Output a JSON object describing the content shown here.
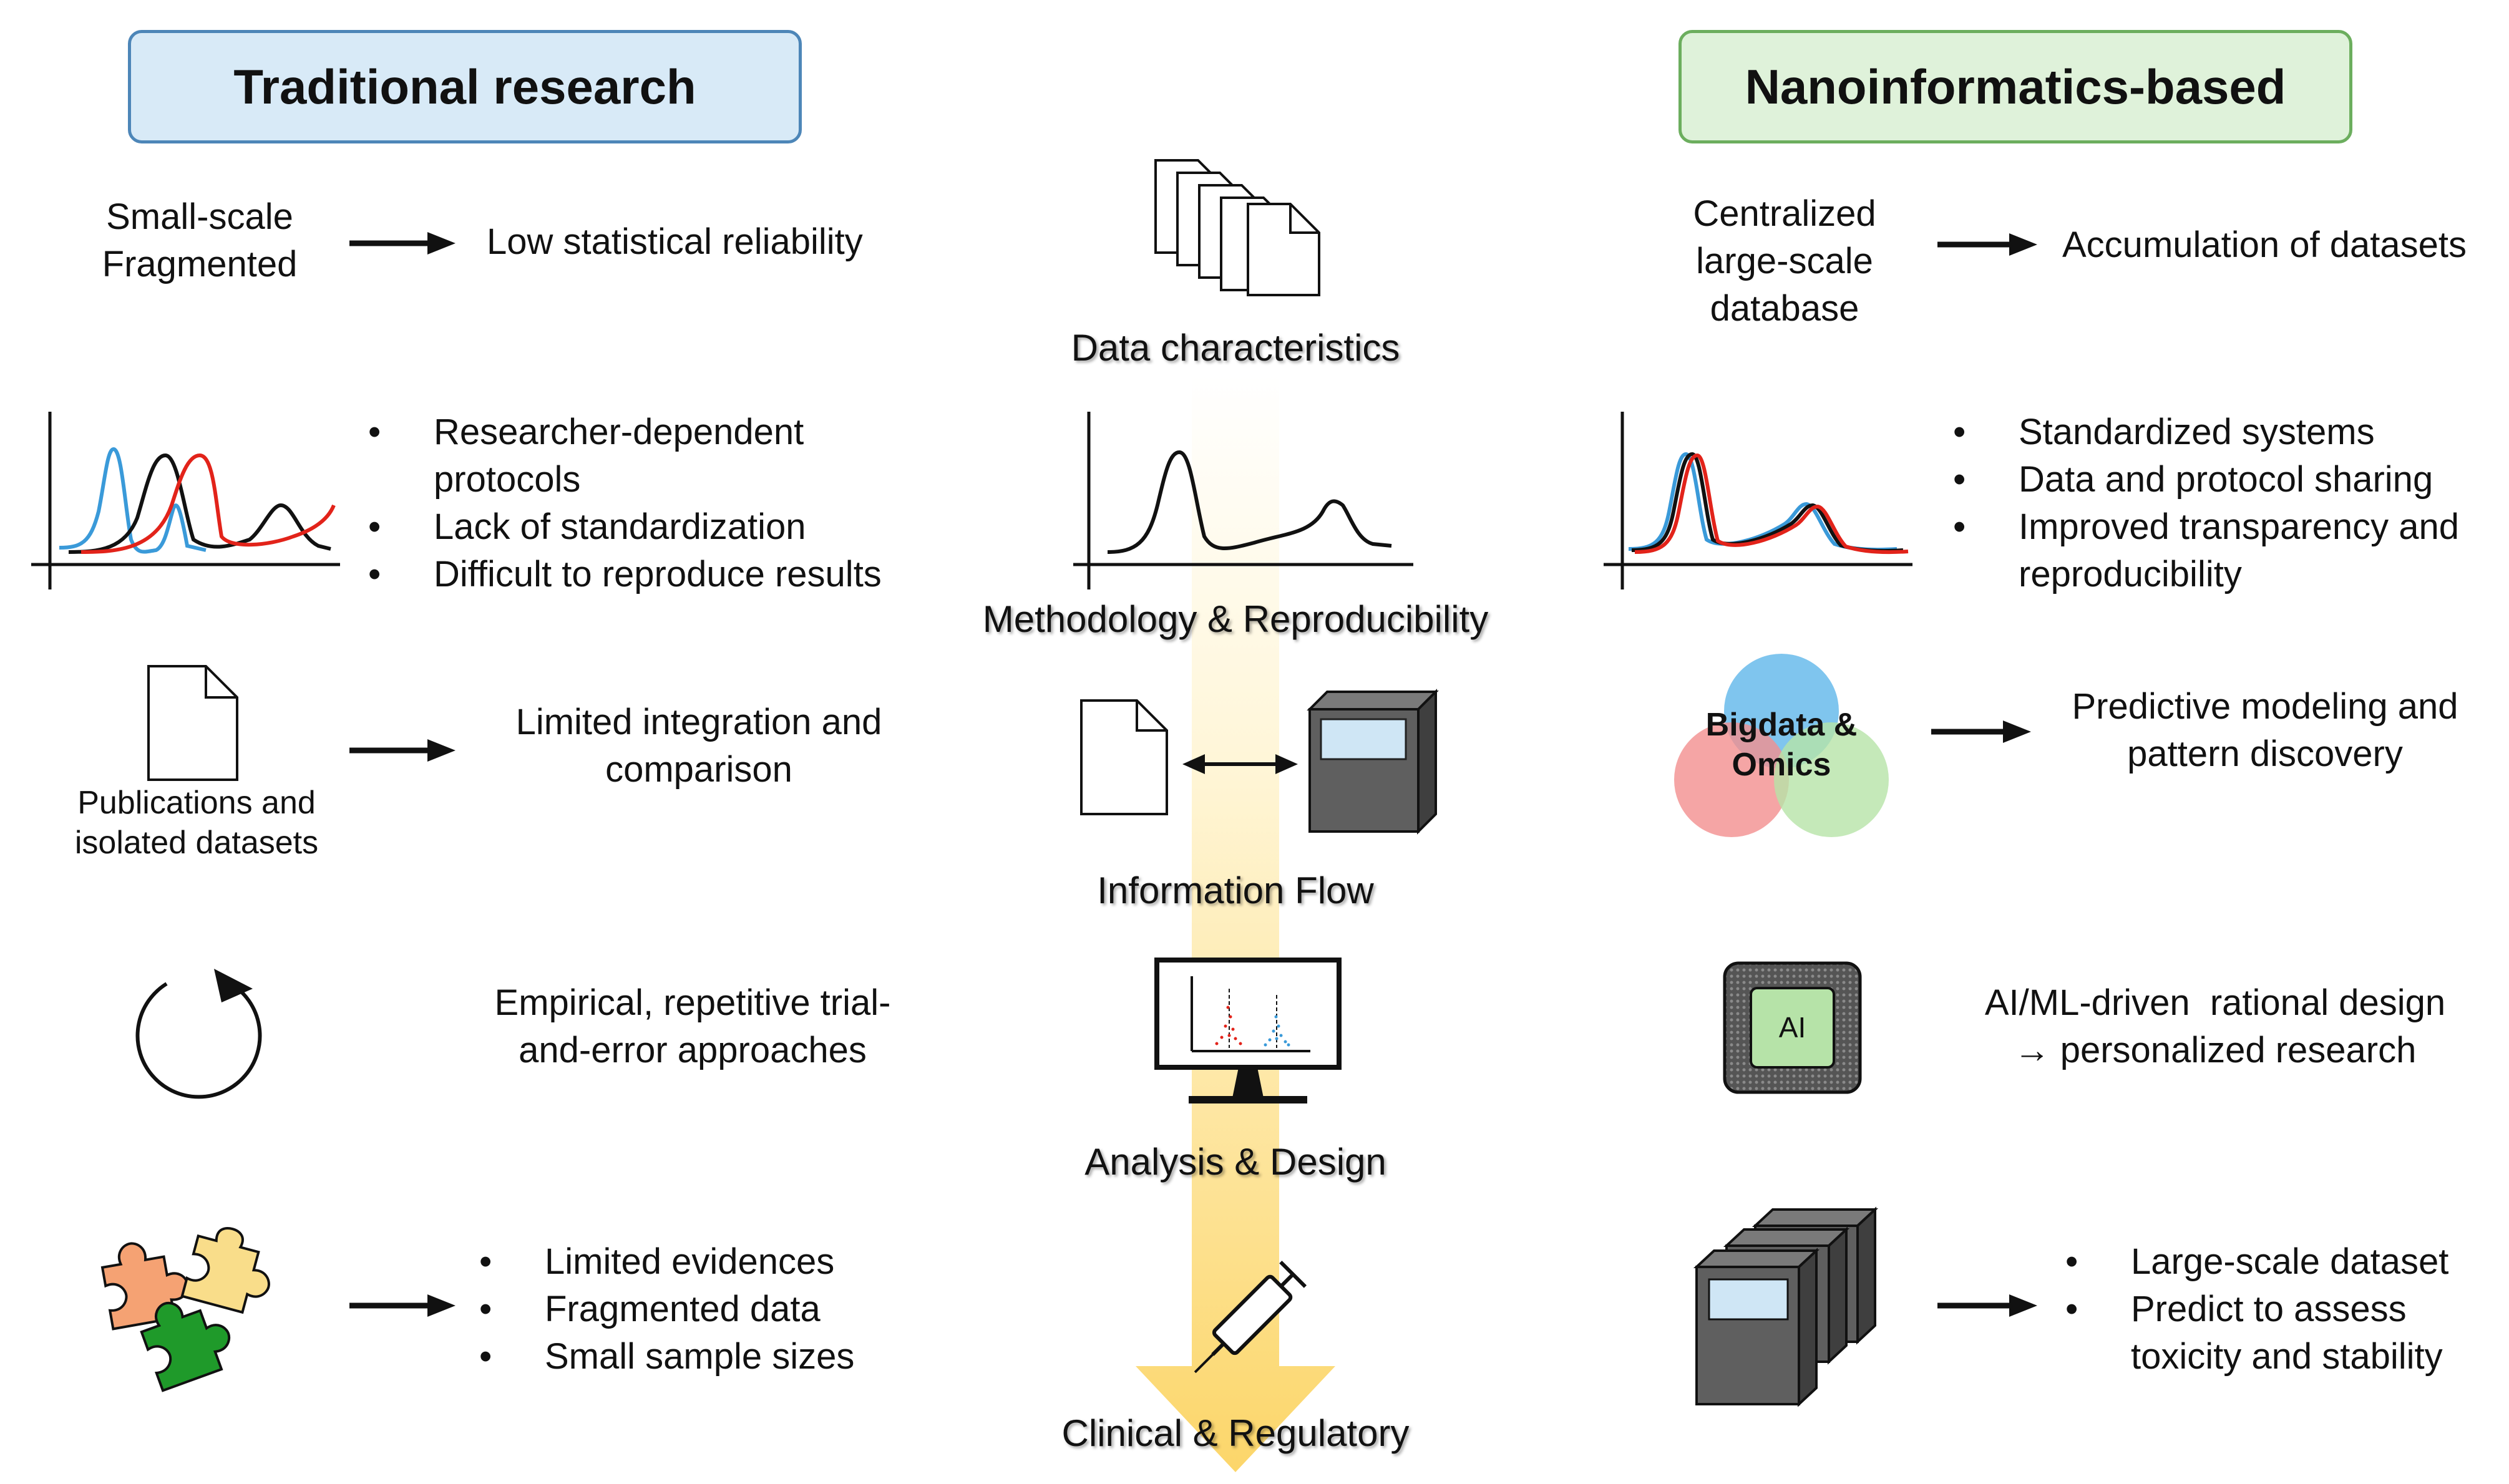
{
  "headers": {
    "left": "Traditional research",
    "right": "Nanoinformatics-based"
  },
  "center": {
    "labels": [
      "Data characteristics",
      "Methodology & Reproducibility",
      "Information Flow",
      "Analysis & Design",
      "Clinical & Regulatory"
    ]
  },
  "traditional": {
    "row1": {
      "input_line1": "Small-scale",
      "input_line2": "Fragmented",
      "result": "Low statistical reliability"
    },
    "row2": {
      "bullets": [
        "Researcher-dependent",
        "protocols",
        "Lack of standardization",
        "Difficult to reproduce results"
      ]
    },
    "row3": {
      "caption_line1": "Publications and",
      "caption_line2": "isolated datasets",
      "result_line1": "Limited integration and",
      "result_line2": "comparison"
    },
    "row4": {
      "result_line1": "Empirical, repetitive trial-",
      "result_line2": "and-error approaches"
    },
    "row5": {
      "bullets": [
        "Limited evidences",
        "Fragmented data",
        "Small sample sizes"
      ]
    }
  },
  "nanoinformatics": {
    "row1": {
      "input_line1": "Centralized",
      "input_line2": "large-scale",
      "input_line3": "database",
      "result": "Accumulation of datasets"
    },
    "row2": {
      "bullets": [
        "Standardized systems",
        "Data and protocol sharing",
        "Improved transparency and",
        "reproducibility"
      ]
    },
    "row3": {
      "venn_line1": "Bigdata &",
      "venn_line2": "Omics",
      "result_line1": "Predictive modeling and",
      "result_line2": "pattern discovery"
    },
    "row4": {
      "chip_label": "AI",
      "result_line1": "AI/ML-driven  rational design",
      "result_line2": "→ personalized research"
    },
    "row5": {
      "bullets": [
        "Large-scale dataset",
        "Predict to assess",
        "toxicity and stability"
      ]
    }
  },
  "colors": {
    "left_header_fill": "#d8eaf7",
    "left_header_border": "#4d86b8",
    "right_header_fill": "#dff2da",
    "right_header_border": "#6cae5e",
    "curve_blue": "#3a9ad9",
    "curve_red": "#e2231a",
    "curve_black": "#111111",
    "arrow_gradient_top": "#fffbe8",
    "arrow_gradient_bottom": "#fcd66a",
    "server_gray": "#5f5f5f",
    "screen_blue": "#cfe6f5",
    "venn_blue": "#5fb7ea",
    "venn_red": "#f28f8f",
    "venn_green": "#b6e3a8",
    "chip_green": "#b6e3a8",
    "puzzle_orange": "#f5a273",
    "puzzle_yellow": "#f9dd8a",
    "puzzle_green": "#1f9a2a"
  },
  "icons": {
    "documents": "document-stack-icon",
    "document": "document-icon",
    "server": "server-icon",
    "monitor": "monitor-chart-icon",
    "syringe": "syringe-icon",
    "cycle": "refresh-cycle-icon",
    "puzzle": "puzzle-pieces-icon",
    "chip": "ai-chip-icon",
    "servers": "server-rack-icon"
  }
}
